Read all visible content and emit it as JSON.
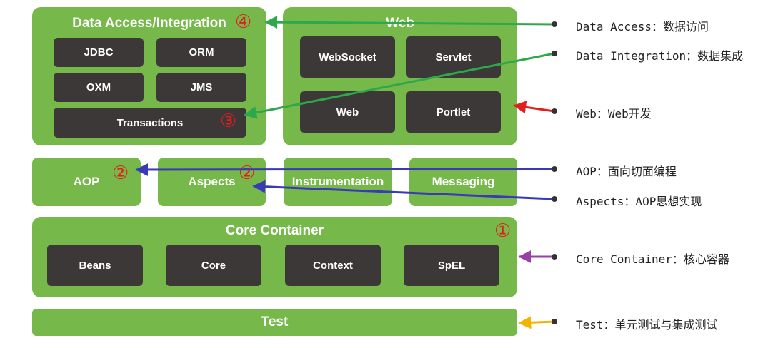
{
  "data_access": {
    "title": "Data Access/Integration",
    "modules": [
      "JDBC",
      "ORM",
      "OXM",
      "JMS",
      "Transactions"
    ]
  },
  "web": {
    "title": "Web",
    "modules": [
      "WebSocket",
      "Servlet",
      "Web",
      "Portlet"
    ]
  },
  "middle": {
    "aop": "AOP",
    "aspects": "Aspects",
    "instrumentation": "Instrumentation",
    "messaging": "Messaging"
  },
  "core": {
    "title": "Core Container",
    "modules": [
      "Beans",
      "Core",
      "Context",
      "SpEL"
    ]
  },
  "test": {
    "title": "Test"
  },
  "markers": {
    "data_access": "④",
    "transactions": "③",
    "aop": "②",
    "aspects": "②",
    "core": "①"
  },
  "annotations": [
    {
      "text": "Data Access：数据访问",
      "color": "#2ea84a"
    },
    {
      "text": "Data Integration：数据集成",
      "color": "#2ea84a"
    },
    {
      "text": "Web：Web开发",
      "color": "#e02020"
    },
    {
      "text": "AOP：面向切面编程",
      "color": "#3a3ab8"
    },
    {
      "text": "Aspects：AOP思想实现",
      "color": "#3a3ab8"
    },
    {
      "text": "Core Container：核心容器",
      "color": "#9b3fa8"
    },
    {
      "text": "Test：单元测试与集成测试",
      "color": "#f2b400"
    }
  ]
}
